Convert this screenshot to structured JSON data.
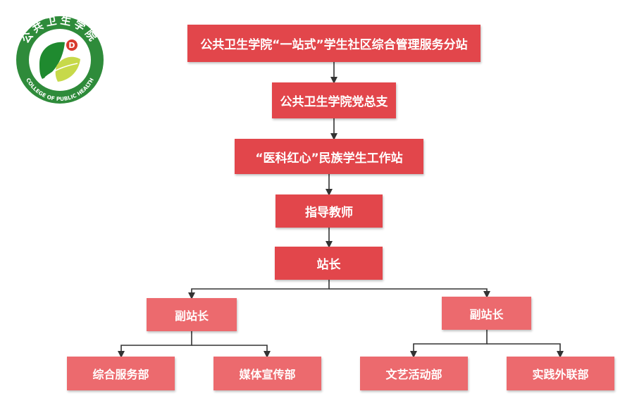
{
  "logo": {
    "arc_text_top": "公共卫生学院",
    "arc_text_bottom": "COLLEGE OF PUBLIC HEALTH",
    "initial": "D",
    "colors": {
      "ring": "#2e8b3a",
      "leaf_dark": "#1f8a2f",
      "leaf_light": "#c7d94a",
      "mark": "#d83a2d"
    }
  },
  "nodes": {
    "root": "公共卫生学院“一站式”学生社区综合管理服务分站",
    "party": "公共卫生学院党总支",
    "station": "“医科红心”民族学生工作站",
    "advisor": "指导教师",
    "director": "站长",
    "vice_left": "副站长",
    "vice_right": "副站长",
    "dept_service": "综合服务部",
    "dept_media": "媒体宣传部",
    "dept_arts": "文艺活动部",
    "dept_outreach": "实践外联部"
  },
  "colors": {
    "primary": "#e2464b",
    "secondary": "#ec6a6e",
    "line": "#333333"
  }
}
